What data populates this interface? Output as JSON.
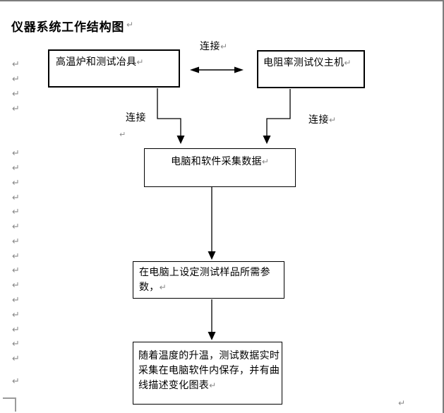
{
  "page": {
    "title": "仪器系统工作结构图"
  },
  "flowchart": {
    "boxes": [
      {
        "name": "furnace",
        "lines": [
          "高温炉和测试冶具"
        ]
      },
      {
        "name": "tester",
        "lines": [
          "电阻率测试仪主机"
        ]
      },
      {
        "name": "computer",
        "lines": [
          "电脑和软件采集数据"
        ]
      },
      {
        "name": "params",
        "lines": [
          "在电脑上设定测试样品所需参",
          "数，"
        ]
      },
      {
        "name": "record",
        "lines": [
          "随着温度的升温，测试数据实时",
          "采集在电脑软件内保存，并有曲",
          "线描述变化图表"
        ]
      }
    ],
    "labels": {
      "connect_top": "连接",
      "connect_left": "连接",
      "connect_right": "连接"
    },
    "line_color": "#000000"
  },
  "formatting_marks": {
    "glyph": "↵",
    "color": "#8a8a8a",
    "left_margin_y": [
      83,
      104,
      125,
      146,
      209,
      230,
      251,
      272,
      292,
      313,
      334,
      355,
      375,
      396,
      417,
      438,
      459,
      479,
      500,
      532
    ]
  }
}
